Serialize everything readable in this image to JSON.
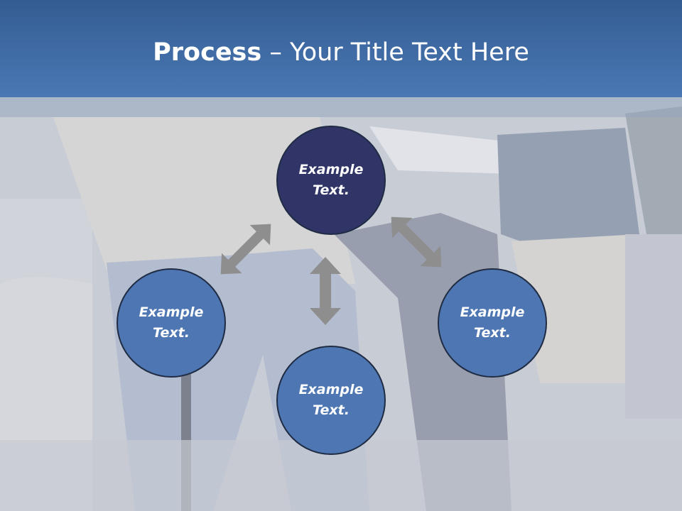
{
  "slide": {
    "title_bold": "Process",
    "title_rest": " – Your Title Text Here"
  },
  "nodes": [
    {
      "label": "Example Text."
    },
    {
      "label": "Example Text."
    },
    {
      "label": "Example Text."
    },
    {
      "label": "Example Text."
    }
  ],
  "colors": {
    "header": "#4a78b4",
    "node_fill": "#4d76b3",
    "node_top_fill": "#313466",
    "arrow": "#8e8e8e"
  }
}
